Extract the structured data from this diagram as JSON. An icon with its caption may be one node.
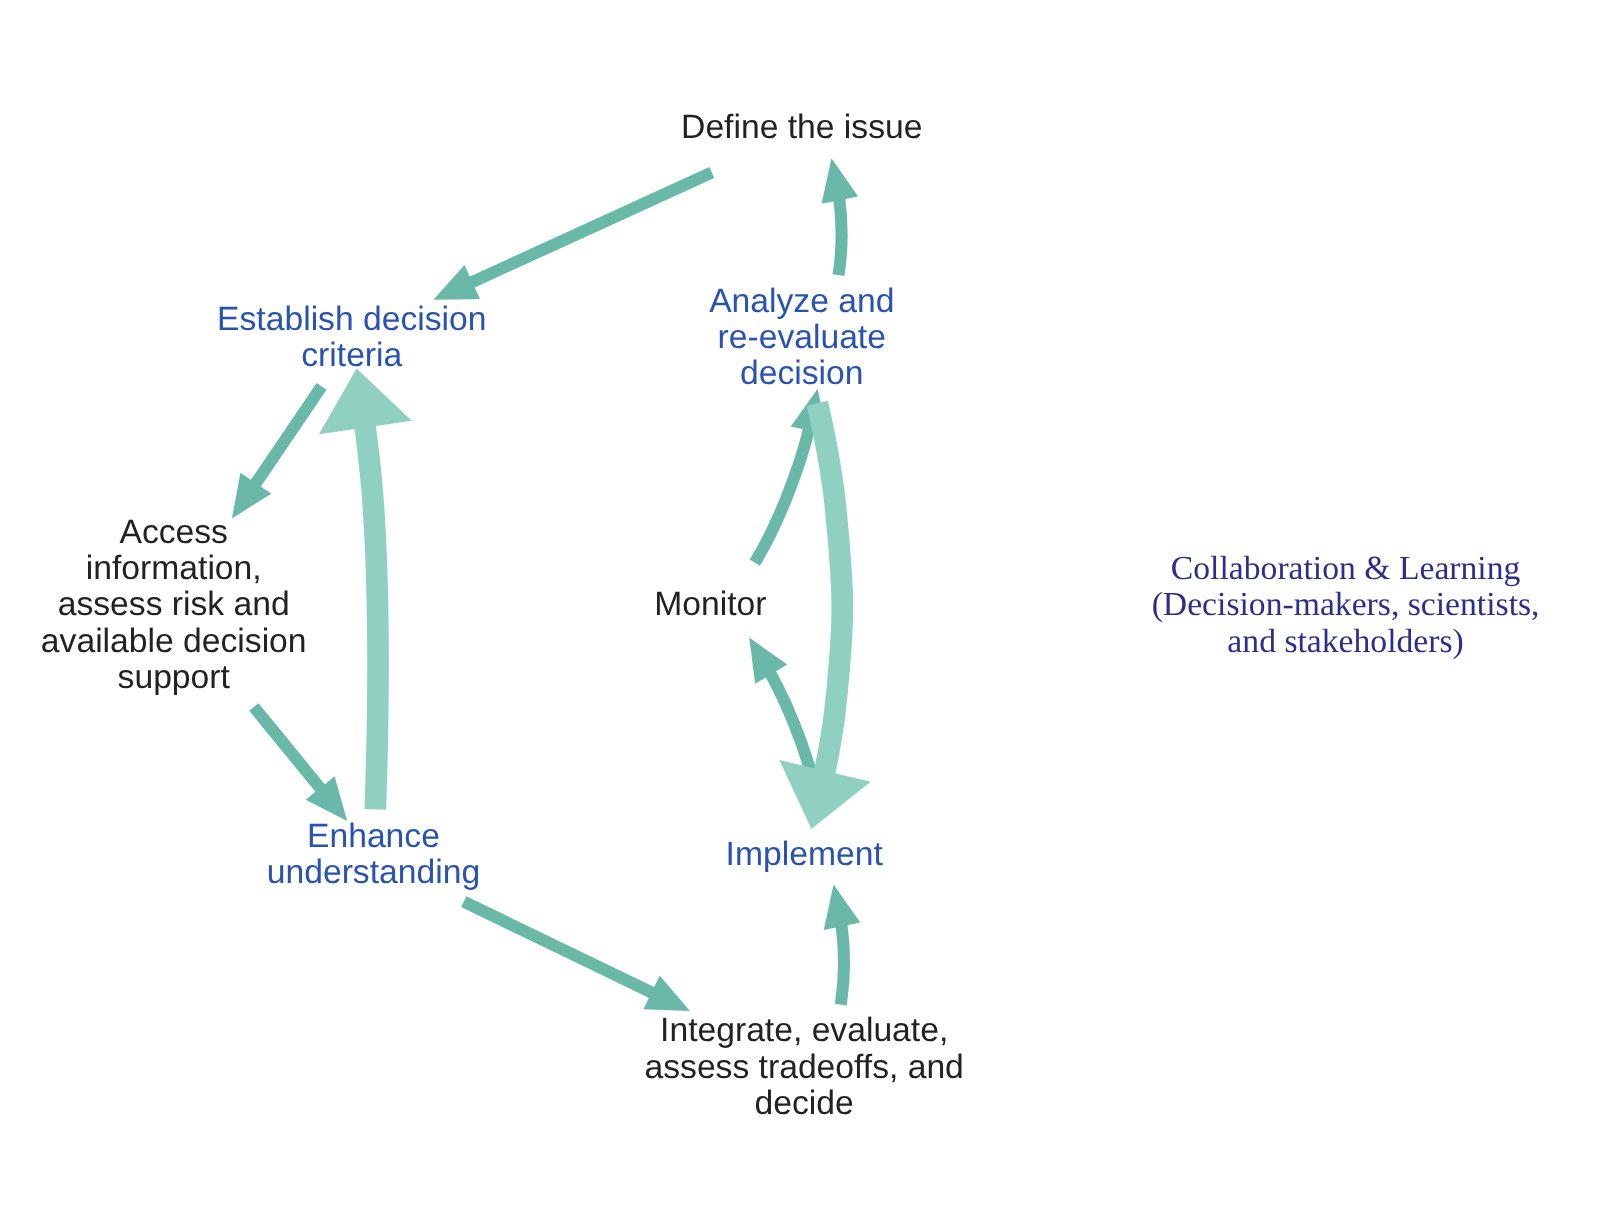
{
  "diagram": {
    "nodes": [
      {
        "text": [
          "Define the issue"
        ]
      },
      {
        "text": [
          "Establish decision criteria"
        ]
      },
      {
        "text": [
          "Access information, assess risk and available decision support"
        ]
      },
      {
        "text": [
          "Enhance understanding"
        ]
      },
      {
        "text": [
          "Integrate, evaluate, assess tradeoffs, and decide"
        ]
      },
      {
        "text": [
          "Implement"
        ]
      },
      {
        "text": [
          "Monitor"
        ]
      },
      {
        "text": [
          "Analyze and re-evaluate decision"
        ]
      },
      {
        "text": [
          "Collaboration & Learning (Decision-makers, scientists, and stakeholders)"
        ]
      }
    ],
    "edges": [
      {
        "from": 0,
        "to": 1,
        "arrow": "to"
      },
      {
        "from": 1,
        "to": 2,
        "arrow": "to"
      },
      {
        "from": 2,
        "to": 3,
        "arrow": "to"
      },
      {
        "from": 3,
        "to": 4,
        "arrow": "to"
      },
      {
        "from": 4,
        "to": 5,
        "arrow": "to"
      },
      {
        "from": 5,
        "to": 6,
        "arrow": "to"
      },
      {
        "from": 6,
        "to": 7,
        "arrow": "to"
      },
      {
        "from": 7,
        "to": 0,
        "arrow": "to"
      },
      {
        "from": 7,
        "to": 5,
        "arrow": "to",
        "style": "thick"
      },
      {
        "from": 3,
        "to": 1,
        "arrow": "to",
        "style": "thick"
      }
    ]
  }
}
